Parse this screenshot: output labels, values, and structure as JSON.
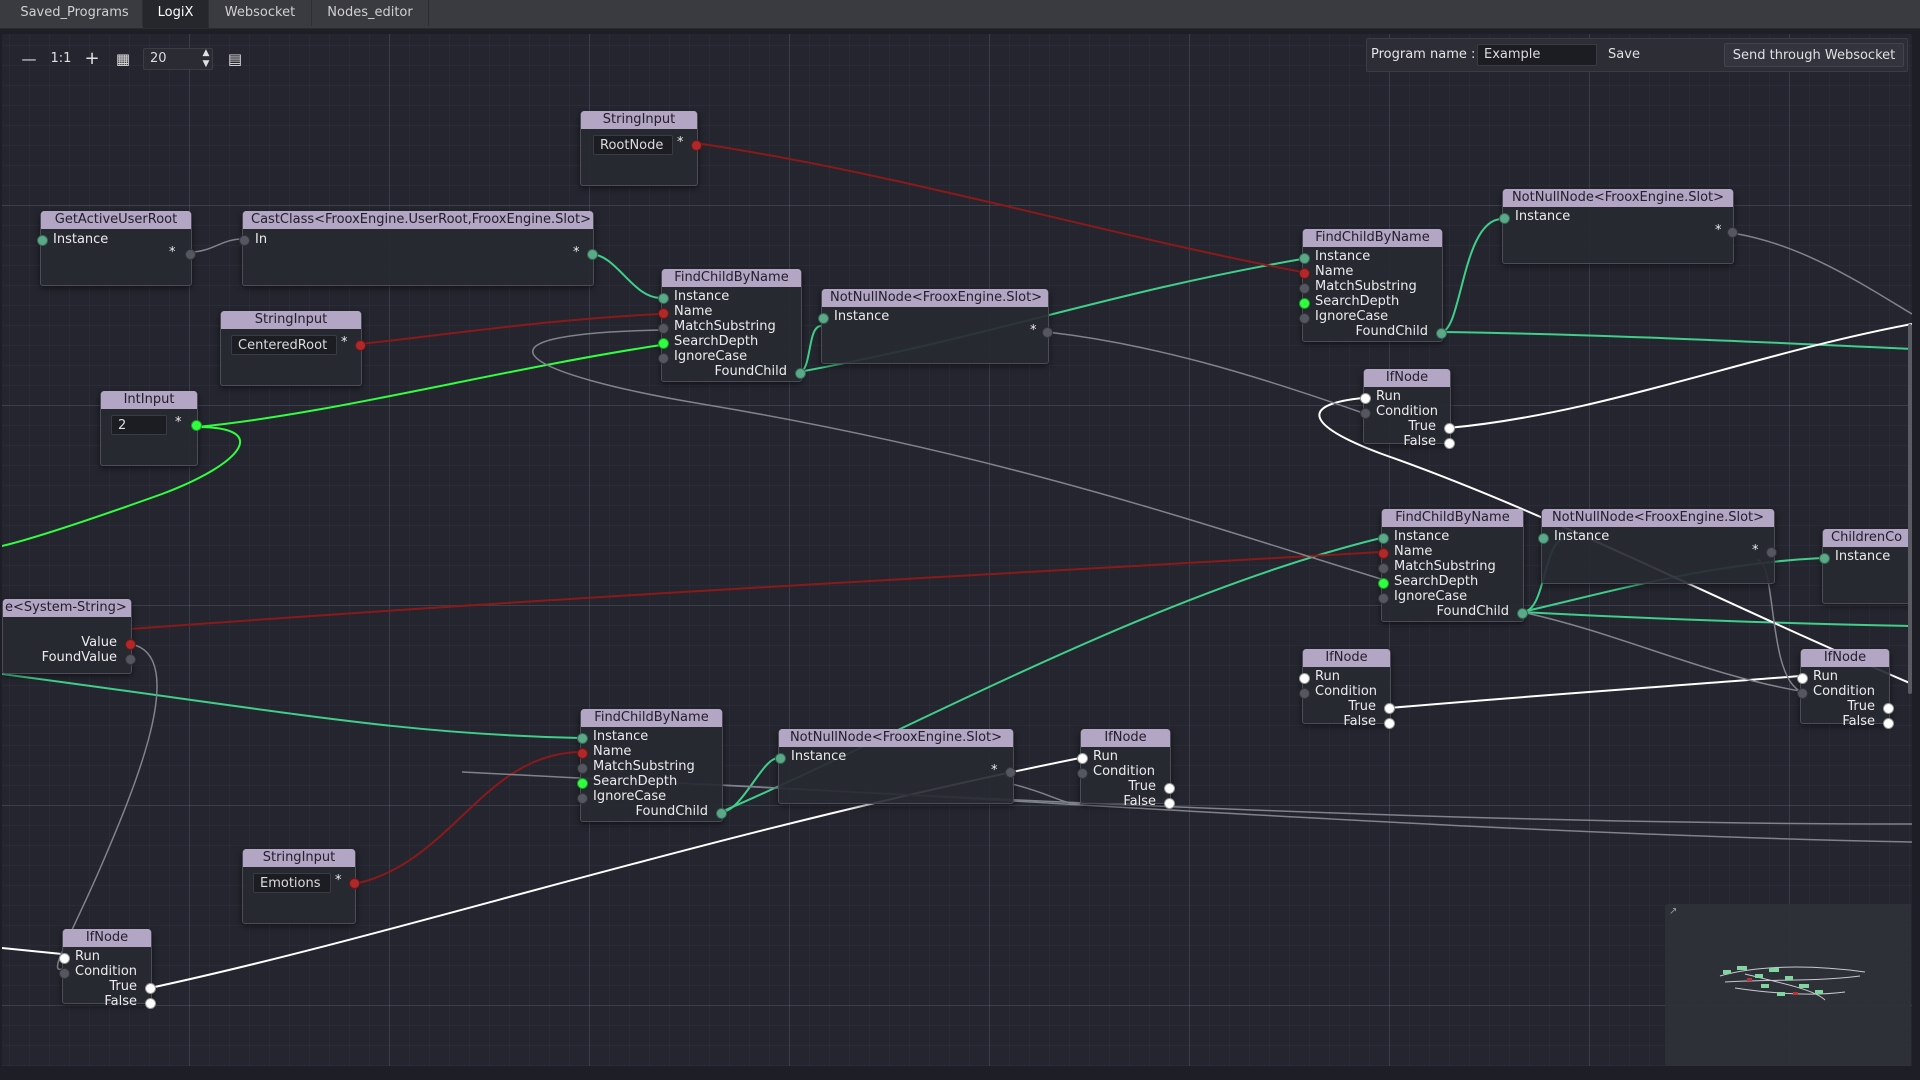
{
  "tabs": [
    "Saved_Programs",
    "LogiX",
    "Websocket",
    "Nodes_editor"
  ],
  "active_tab": "LogiX",
  "toolbar": {
    "zoom_out_icon": "zoom-out-icon",
    "zoom_reset_label": "1:1",
    "zoom_in_icon": "zoom-in-icon",
    "snap_icon": "snap-grid-icon",
    "snap_value": "20",
    "minimap_icon": "minimap-toggle-icon"
  },
  "program": {
    "label": "Program name :",
    "name_value": "Example",
    "save_label": "Save",
    "send_label": "Send through Websocket"
  },
  "nodes": {
    "string_root": {
      "title": "StringInput",
      "value": "RootNode",
      "out": "*"
    },
    "get_active_user_root": {
      "title": "GetActiveUserRoot",
      "in": "Instance",
      "out": "*"
    },
    "cast_class": {
      "title": "CastClass<FrooxEngine.UserRoot,FrooxEngine.Slot>",
      "in": "In",
      "out": "*"
    },
    "string_centered": {
      "title": "StringInput",
      "value": "CenteredRoot",
      "out": "*"
    },
    "int_input": {
      "title": "IntInput",
      "value": "2",
      "out": "*"
    },
    "find_child_1": {
      "title": "FindChildByName",
      "ports": [
        "Instance",
        "Name",
        "MatchSubstring",
        "SearchDepth",
        "IgnoreCase"
      ],
      "out": "FoundChild"
    },
    "notnull_1": {
      "title": "NotNullNode<FrooxEngine.Slot>",
      "in": "Instance",
      "out": "*"
    },
    "find_child_2": {
      "title": "FindChildByName",
      "ports": [
        "Instance",
        "Name",
        "MatchSubstring",
        "SearchDepth",
        "IgnoreCase"
      ],
      "out": "FoundChild"
    },
    "notnull_2": {
      "title": "NotNullNode<FrooxEngine.Slot>",
      "in": "Instance",
      "out": "*"
    },
    "ifnode_1": {
      "title": "IfNode",
      "ins": [
        "Run",
        "Condition"
      ],
      "outs": [
        "True",
        "False"
      ]
    },
    "system_string": {
      "title": "e<System-String>",
      "outs": [
        "Value",
        "FoundValue"
      ]
    },
    "find_child_3": {
      "title": "FindChildByName",
      "ports": [
        "Instance",
        "Name",
        "MatchSubstring",
        "SearchDepth",
        "IgnoreCase"
      ],
      "out": "FoundChild"
    },
    "notnull_3": {
      "title": "NotNullNode<FrooxEngine.Slot>",
      "in": "Instance",
      "out": "*"
    },
    "children_co": {
      "title": "ChildrenCo",
      "in": "Instance"
    },
    "ifnode_2": {
      "title": "IfNode",
      "ins": [
        "Run",
        "Condition"
      ],
      "outs": [
        "True",
        "False"
      ]
    },
    "ifnode_3": {
      "title": "IfNode",
      "ins": [
        "Run",
        "Condition"
      ],
      "outs": [
        "True",
        "False"
      ]
    },
    "find_child_4": {
      "title": "FindChildByName",
      "ports": [
        "Instance",
        "Name",
        "MatchSubstring",
        "SearchDepth",
        "IgnoreCase"
      ],
      "out": "FoundChild"
    },
    "notnull_4": {
      "title": "NotNullNode<FrooxEngine.Slot>",
      "in": "Instance",
      "out": "*"
    },
    "ifnode_4": {
      "title": "IfNode",
      "ins": [
        "Run",
        "Condition"
      ],
      "outs": [
        "True",
        "False"
      ]
    },
    "string_emotions": {
      "title": "StringInput",
      "value": "Emotions",
      "out": "*"
    },
    "ifnode_5": {
      "title": "IfNode",
      "ins": [
        "Run",
        "Condition"
      ],
      "outs": [
        "True",
        "False"
      ]
    }
  },
  "colors": {
    "background": "#24252e",
    "node_header": "#b2a6c4",
    "wire_slot": "#3fcf8a",
    "wire_string": "#8a1a1a",
    "wire_int": "#30ff40",
    "wire_exec": "#ffffff",
    "wire_grey": "#80828c"
  }
}
